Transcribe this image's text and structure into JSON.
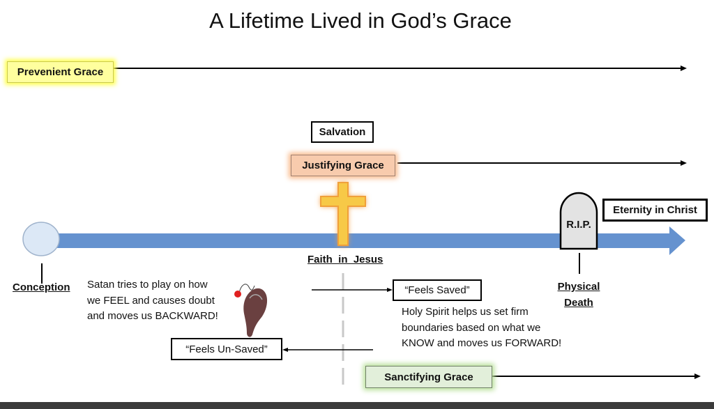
{
  "title": "A Lifetime Lived in God’s Grace",
  "graces": {
    "prevenient": "Prevenient Grace",
    "justifying": "Justifying Grace",
    "sanctifying": "Sanctifying Grace"
  },
  "labels": {
    "salvation": "Salvation",
    "eternity": "Eternity in Christ",
    "rip": "R.I.P.",
    "conception": "Conception",
    "faith": "Faith  in  Jesus",
    "physical": "Physical",
    "death": "Death",
    "feels_saved": "“Feels Saved”",
    "feels_unsaved": "“Feels Un-Saved”"
  },
  "notes": {
    "satan": [
      "Satan tries to play on how",
      "we FEEL and causes doubt",
      "and moves us BACKWARD!"
    ],
    "spirit": [
      "Holy Spirit helps us set firm",
      "boundaries based on what we",
      "KNOW and moves us FORWARD!"
    ]
  },
  "colors": {
    "timeline": "#6592cf",
    "prevenient": "#ffff9e",
    "justifying": "#f8cbad",
    "sanctifying": "#e2efda",
    "cross": "#f7c947"
  }
}
